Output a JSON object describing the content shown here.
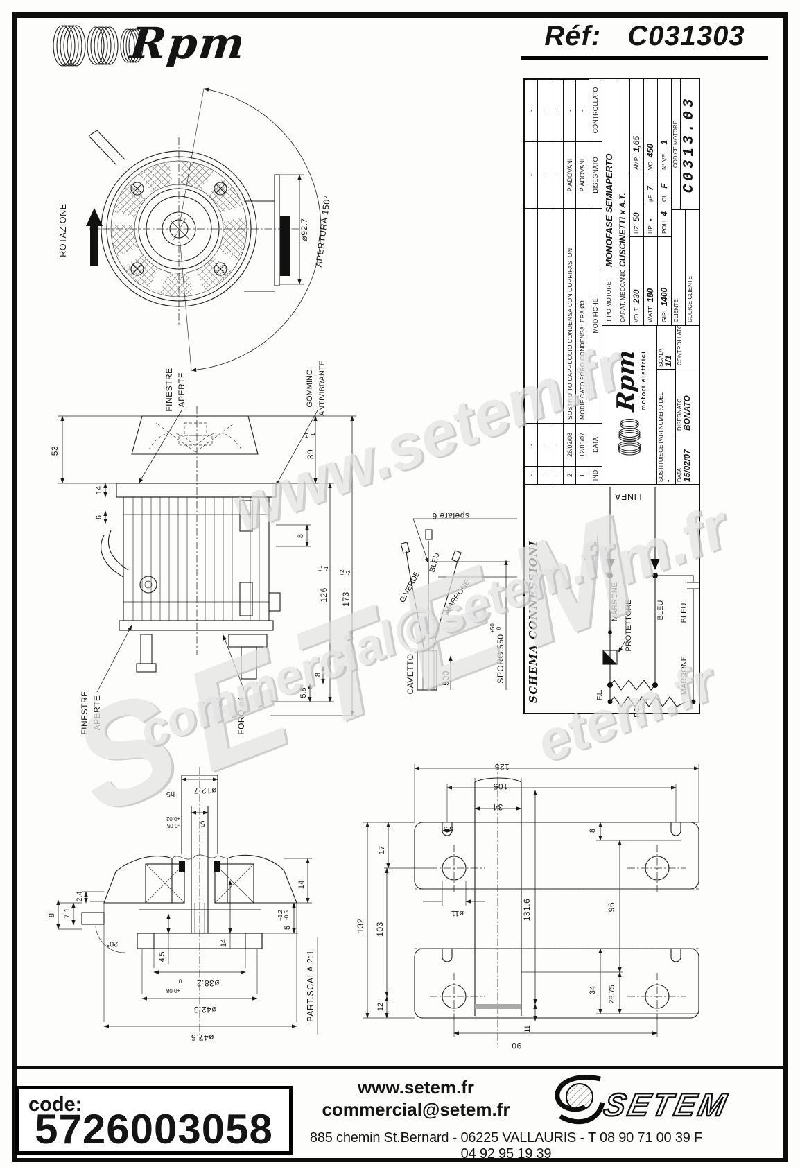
{
  "header": {
    "brand": "Rpm",
    "ref_label": "Réf:",
    "ref_value": "C031303"
  },
  "watermarks": {
    "w1": "www.setem.fr",
    "w2": "SETEM",
    "w3": "commercial@setem.fr",
    "w4": "m.fr",
    "w5": "etem.fr"
  },
  "fv": {
    "rotazione": "ROTAZIONE",
    "apertura": "APERTURA 150°",
    "dia": "ø92.7"
  },
  "sv": {
    "d53": "53",
    "d14": "14",
    "d6": "6",
    "d39": "39",
    "t39p": "+1",
    "t39m": "-1",
    "d8a": "8",
    "d126": "126",
    "t126p": "+1",
    "t126m": "-1",
    "d173": "173",
    "t173p": "+2",
    "t173m": "-2",
    "d58": "5.8",
    "d8b": "8",
    "foro": "FORO ø4",
    "fin1a": "FINESTRE",
    "fin1b": "APERTE",
    "gom1": "GOMMINO",
    "gom2": "ANTIVIBRANTE",
    "fin2a": "FINESTRE",
    "fin2b": "APERTE"
  },
  "cb": {
    "spelare": "spelare 6",
    "gverde": "G.VERDE",
    "bleu": "BLEU",
    "marrone": "MARRONE",
    "cavetto": "CAVETTO",
    "d500": "500",
    "sporg": "SPORG.550",
    "tp": "+50",
    "tm": "0"
  },
  "sec": {
    "d127": "ø12.7",
    "h5": "h5",
    "d5": "5",
    "t5p": "+0.02",
    "t5m": "-0.05",
    "d24": "2.4",
    "d71": "7.1",
    "d8": "8",
    "ang": "20°",
    "d45": "4.5",
    "d14a": "14",
    "d14b": "14",
    "d5b": "5",
    "t5bp": "+1.2",
    "t5bm": "-0.5",
    "d382": "ø38.2",
    "t382a": "0",
    "t382b": "+0.08",
    "d423": "ø42.3",
    "d475": "ø47.5",
    "scala": "PART.SCALA 2:1"
  },
  "fl": {
    "d125": "125",
    "d105": "105",
    "d34": "34",
    "d55": "5.5",
    "d17": "17",
    "d132": "132",
    "d103": "103",
    "d12": "12",
    "d11h": "ø11",
    "d1316": "131.6",
    "d8": "8",
    "d96": "96",
    "d34b": "34",
    "d2875": "28.75",
    "d11": "11",
    "d90": "90"
  },
  "sch": {
    "title": "SCHEMA CONNESSIONI",
    "linea": "LINEA",
    "marrone1": "MARRONE",
    "protettore": "PROTETTORE",
    "bleu1": "BLEU",
    "bleu2": "BLEU",
    "marrone2": "MARRONE",
    "fl": "F.L.",
    "fc": "F.C."
  },
  "tb": {
    "rev_header": {
      "ind": "IND",
      "data": "DATA",
      "modifiche": "MODIFICHE",
      "disegnato": "DISEGNATO",
      "controllato": "CONTROLLATO"
    },
    "rev_rows": [
      {
        "ind": "-",
        "data": "-",
        "desc": "",
        "firm": "-",
        "ctrl": "-"
      },
      {
        "ind": "-",
        "data": "-",
        "desc": "",
        "firm": "-",
        "ctrl": "-"
      },
      {
        "ind": "-",
        "data": "-",
        "desc": "",
        "firm": "-",
        "ctrl": "-"
      },
      {
        "ind": "2",
        "data": "26/02/08",
        "desc": "SOSTITUITO CAPPUCCIO CONDENSA CON COPRIFASTON",
        "firm": "P ADOVANI",
        "ctrl": "-"
      },
      {
        "ind": "1",
        "data": "12/06/07",
        "desc": "MODIFICATO FORO CONDENSA: ERA Ø3",
        "firm": "P ADOVANI",
        "ctrl": "-"
      }
    ],
    "logo_text": "Rpm",
    "logo_sub": "motori elettrici",
    "sostituisce_label": "SOSTITUISCE PARI NUMERO DEL",
    "sostituisce_value": "-",
    "scala_label": "SCALA",
    "scala_value": "1/1",
    "data_label": "DATA",
    "data_value": "15/02/07",
    "disegnato_label": "DISEGNATO",
    "disegnato_value": "BONATO",
    "controllato_label": "CONTROLLATO",
    "controllato_value": "",
    "tipo_label": "TIPO MOTORE",
    "tipo_value": "MONOFASE SEMIAPERTO",
    "carat_label": "CARAT. MECCANICHE",
    "carat_value": "CUSCINETTI x A.T.",
    "specs": [
      {
        "l": "VOLT",
        "v": "230"
      },
      {
        "l": "HZ",
        "v": "50"
      },
      {
        "l": "AMP.",
        "v": "1,65"
      },
      {
        "l": "WATT",
        "v": "180"
      },
      {
        "l": "HP",
        "v": "-"
      },
      {
        "l": "µF",
        "v": "7"
      },
      {
        "l": "VC",
        "v": "450"
      },
      {
        "l": "GIRI",
        "v": "1400"
      },
      {
        "l": "POLI",
        "v": "4"
      },
      {
        "l": "CL.",
        "v": "F"
      },
      {
        "l": "N° VEL.",
        "v": "1"
      }
    ],
    "cliente_label": "CLIENTE",
    "codice_cliente_label": "CODICE CLIENTE",
    "codice_motore_label": "CODICE MOTORE",
    "codice_motore_value": "C0313.03"
  },
  "footer": {
    "code_label": "code:",
    "code_value": "5726003058",
    "site": "www.setem.fr",
    "email": "commercial@setem.fr",
    "address": "885 chemin St.Bernard  -  06225 VALLAURIS  -  T 08 90 71 00 39   F 04 92 95 19 39",
    "logo": "SETEM"
  }
}
